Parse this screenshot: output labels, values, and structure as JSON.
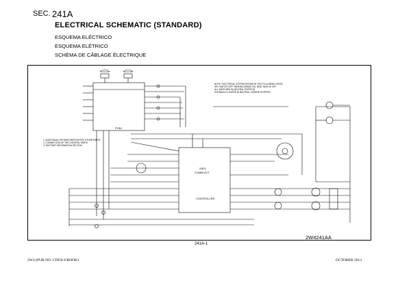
{
  "header": {
    "sec_label": "SEC.",
    "sec_number": "241A",
    "title": "ELECTRICAL SCHEMATIC (STANDARD)",
    "subtitles": [
      "ESQUEMA ELÉCTRICO",
      "ESQUEMA ELÉTRICO",
      "SCHÉMA DE CÂBLAGE ÉLECTRIQUE"
    ]
  },
  "drawing": {
    "reference": "2W4241AA",
    "sheet_id": "241A-1",
    "component_labels": [
      "ZAP1",
      "COMBI ACT",
      "CONTROLLER",
      "PCB1"
    ]
  },
  "footer": {
    "left": "2W4 (PUB.NO. CF850-UBOOK)",
    "right": "OCTOBER 2013"
  }
}
